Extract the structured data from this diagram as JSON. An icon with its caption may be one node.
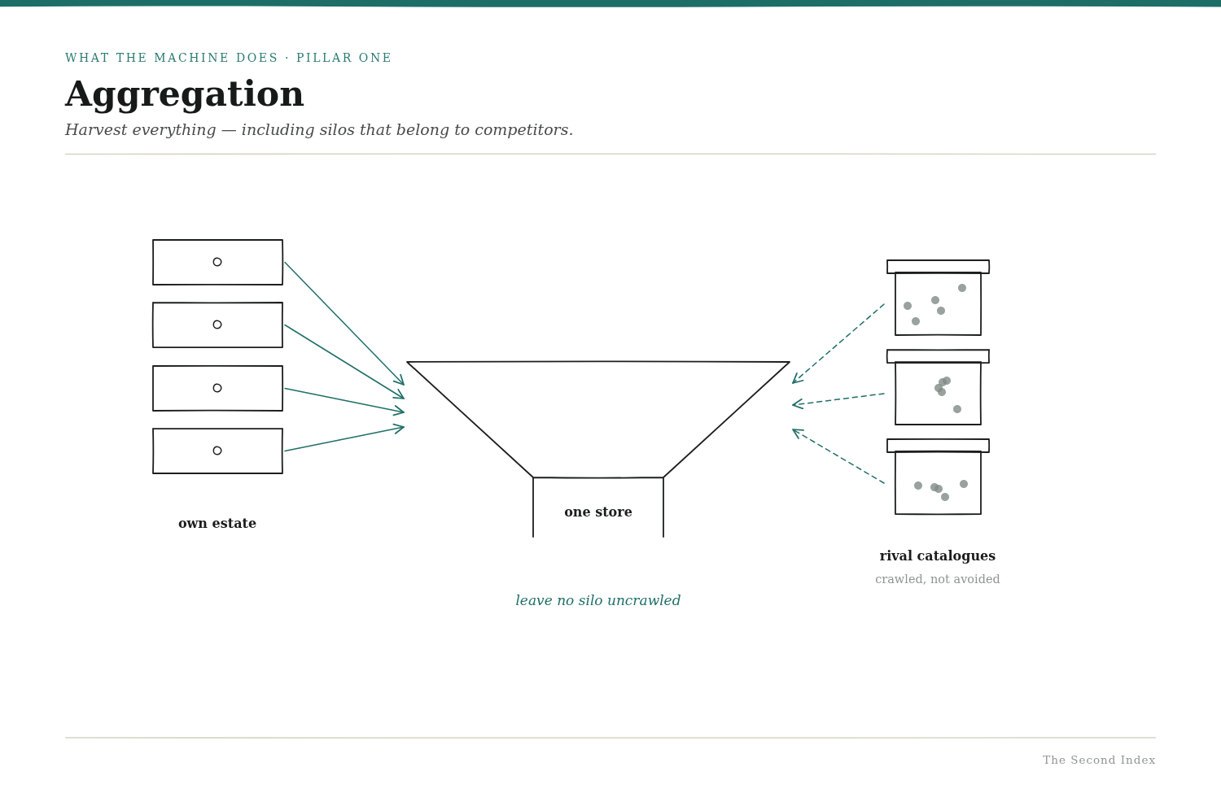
{
  "diagram": {
    "title": "Aggregation",
    "nodes": [
      {
        "text": [],
        "shape": "box"
      },
      {
        "text": [],
        "shape": "box"
      },
      {
        "text": [],
        "shape": "box"
      },
      {
        "text": [],
        "shape": "box"
      },
      {
        "text": [
          "one store"
        ]
      },
      {
        "text": [],
        "shape": "box"
      },
      {
        "text": [],
        "shape": "box"
      },
      {
        "text": [],
        "shape": "box"
      }
    ],
    "edges": [
      {
        "from": 0,
        "to": 4,
        "arrow": "to"
      },
      {
        "from": 1,
        "to": 4,
        "arrow": "to"
      },
      {
        "from": 2,
        "to": 4,
        "arrow": "to"
      },
      {
        "from": 3,
        "to": 4,
        "arrow": "to"
      },
      {
        "from": 5,
        "to": 4,
        "arrow": "to",
        "style": "dashed"
      },
      {
        "from": 6,
        "to": 4,
        "arrow": "to",
        "style": "dashed"
      },
      {
        "from": 7,
        "to": 4,
        "arrow": "to",
        "style": "dashed"
      }
    ],
    "labels": [
      "WHAT THE MACHINE DOES · PILLAR ONE",
      "Harvest everything — including silos that belong to competitors.",
      "own estate",
      "rival catalogues",
      "crawled, not avoided",
      "leave no silo uncrawled",
      "The Second Index"
    ]
  }
}
